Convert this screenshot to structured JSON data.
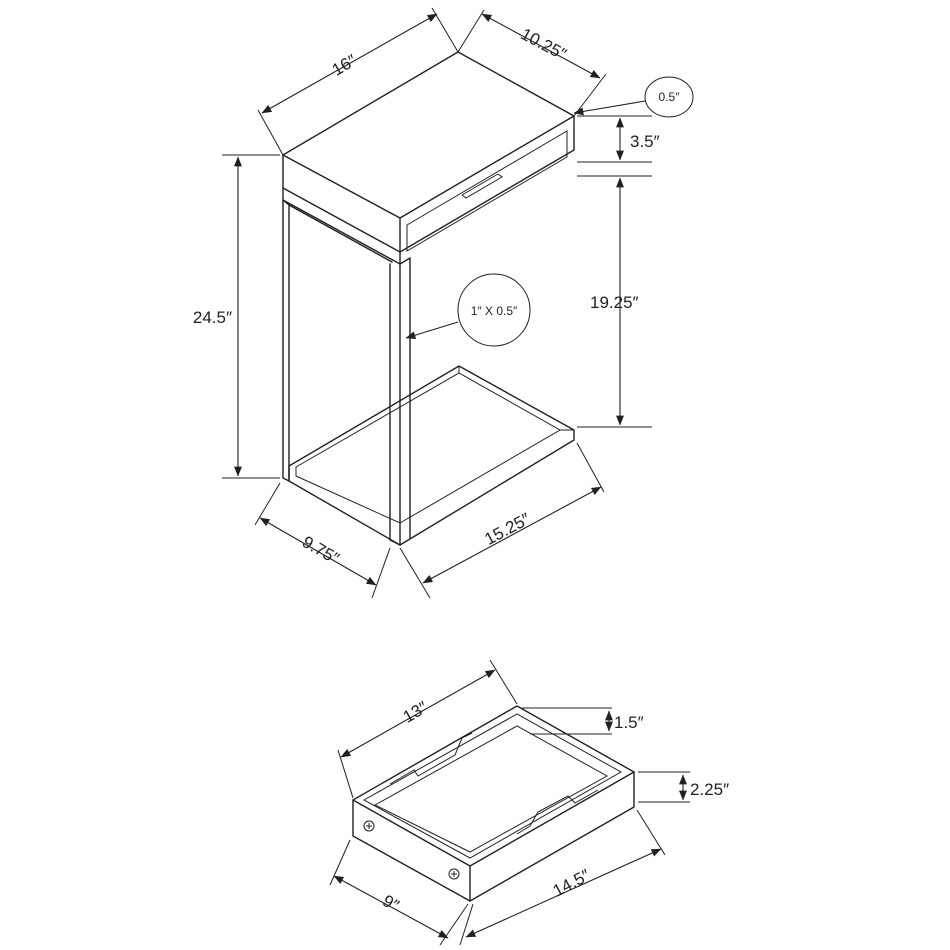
{
  "table": {
    "dims": {
      "top_width": "16″",
      "top_depth": "10.25″",
      "top_thickness_callout": "0.5″",
      "drawer_height": "3.5″",
      "overall_height": "24.5″",
      "leg_profile_callout": "1″ X 0.5″",
      "clearance_height": "19.25″",
      "base_width": "9.75″",
      "base_depth": "15.25″"
    }
  },
  "drawer": {
    "dims": {
      "inner_length": "13″",
      "cutout_depth": "1.5″",
      "height": "2.25″",
      "width": "9″",
      "length": "14.5″"
    }
  }
}
